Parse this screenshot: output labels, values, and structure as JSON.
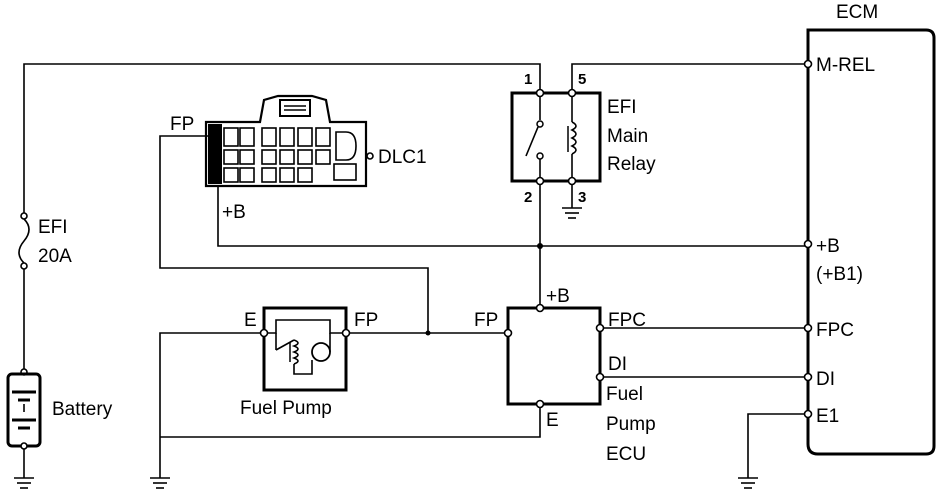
{
  "ecm": {
    "title": "ECM",
    "pins": {
      "m_rel": "M-REL",
      "plus_b": "+B",
      "plus_b1": "(+B1)",
      "fpc": "FPC",
      "di": "DI",
      "e1": "E1"
    }
  },
  "fuse": {
    "line1": "EFI",
    "line2": "20A"
  },
  "battery": {
    "label": "Battery"
  },
  "dlc": {
    "label": "DLC1",
    "fp": "FP",
    "plus_b": "+B"
  },
  "relay": {
    "line1": "EFI",
    "line2": "Main",
    "line3": "Relay",
    "pin1": "1",
    "pin2": "2",
    "pin3": "3",
    "pin5": "5"
  },
  "fuel_pump": {
    "label": "Fuel Pump",
    "e": "E",
    "fp": "FP"
  },
  "pump_ecu": {
    "line1": "Fuel",
    "line2": "Pump",
    "line3": "ECU",
    "fp": "FP",
    "plus_b": "+B",
    "fpc": "FPC",
    "di": "DI",
    "e": "E"
  }
}
